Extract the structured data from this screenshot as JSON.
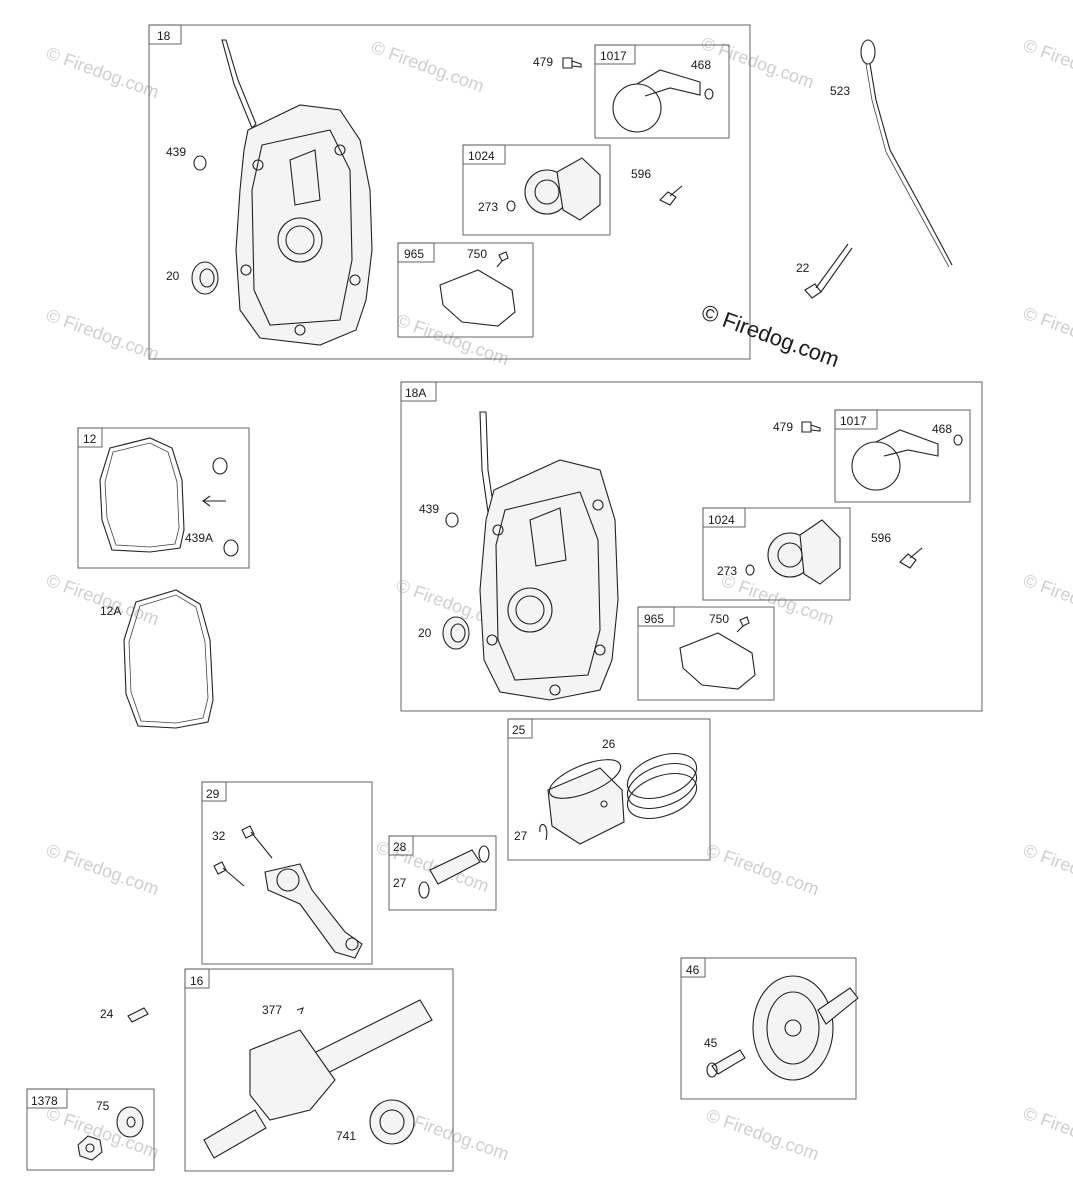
{
  "brand_watermark": "© Firedog.com",
  "watermark_text": "© Firedog.com",
  "groups": [
    {
      "id": "18",
      "label": "18"
    },
    {
      "id": "1017a",
      "label": "1017"
    },
    {
      "id": "1024a",
      "label": "1024"
    },
    {
      "id": "965a",
      "label": "965"
    },
    {
      "id": "18A",
      "label": "18A"
    },
    {
      "id": "1017b",
      "label": "1017"
    },
    {
      "id": "1024b",
      "label": "1024"
    },
    {
      "id": "965b",
      "label": "965"
    },
    {
      "id": "12",
      "label": "12"
    },
    {
      "id": "25",
      "label": "25"
    },
    {
      "id": "29",
      "label": "29"
    },
    {
      "id": "28",
      "label": "28"
    },
    {
      "id": "16",
      "label": "16"
    },
    {
      "id": "46",
      "label": "46"
    },
    {
      "id": "1378",
      "label": "1378"
    }
  ],
  "callouts": [
    {
      "id": "c479a",
      "label": "479"
    },
    {
      "id": "c468a",
      "label": "468"
    },
    {
      "id": "c439a",
      "label": "439"
    },
    {
      "id": "c596a",
      "label": "596"
    },
    {
      "id": "c273a",
      "label": "273"
    },
    {
      "id": "c20a",
      "label": "20"
    },
    {
      "id": "c750a",
      "label": "750"
    },
    {
      "id": "c523",
      "label": "523"
    },
    {
      "id": "c22",
      "label": "22"
    },
    {
      "id": "c479b",
      "label": "479"
    },
    {
      "id": "c468b",
      "label": "468"
    },
    {
      "id": "c439b",
      "label": "439"
    },
    {
      "id": "c596b",
      "label": "596"
    },
    {
      "id": "c273b",
      "label": "273"
    },
    {
      "id": "c20b",
      "label": "20"
    },
    {
      "id": "c750b",
      "label": "750"
    },
    {
      "id": "c439A",
      "label": "439A"
    },
    {
      "id": "c12A",
      "label": "12A"
    },
    {
      "id": "c26",
      "label": "26"
    },
    {
      "id": "c27a",
      "label": "27"
    },
    {
      "id": "c32",
      "label": "32"
    },
    {
      "id": "c27b",
      "label": "27"
    },
    {
      "id": "c24",
      "label": "24"
    },
    {
      "id": "c377",
      "label": "377"
    },
    {
      "id": "c741",
      "label": "741"
    },
    {
      "id": "c45",
      "label": "45"
    },
    {
      "id": "c75",
      "label": "75"
    }
  ]
}
